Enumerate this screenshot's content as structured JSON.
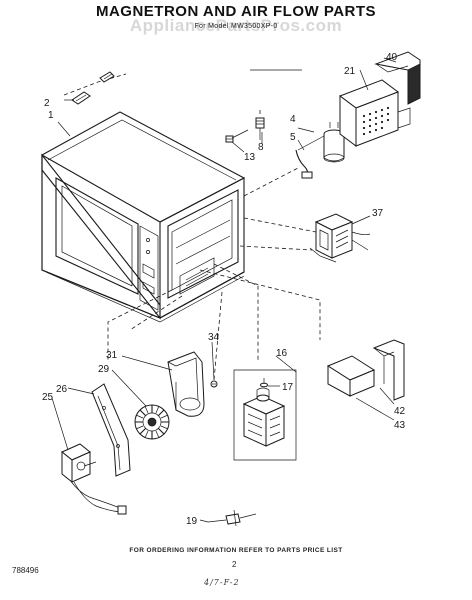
{
  "header": {
    "title": "MAGNETRON AND AIR FLOW PARTS",
    "watermark": "AppliancePartsPros.com",
    "model_line": "For Model MW3500XP-0"
  },
  "callouts": {
    "c1": "1",
    "c2": "2",
    "c4": "4",
    "c5": "5",
    "c8": "8",
    "c13": "13",
    "c16": "16",
    "c17": "17",
    "c19": "19",
    "c21": "21",
    "c25": "25",
    "c26": "26",
    "c29": "29",
    "c31": "31",
    "c34": "34",
    "c37": "37",
    "c40": "40",
    "c42": "42",
    "c43": "43"
  },
  "footer": {
    "ordering_note": "FOR ORDERING INFORMATION REFER TO PARTS PRICE LIST",
    "page_number": "2",
    "doc_number": "788496",
    "handwritten": "4/7-F-2"
  }
}
